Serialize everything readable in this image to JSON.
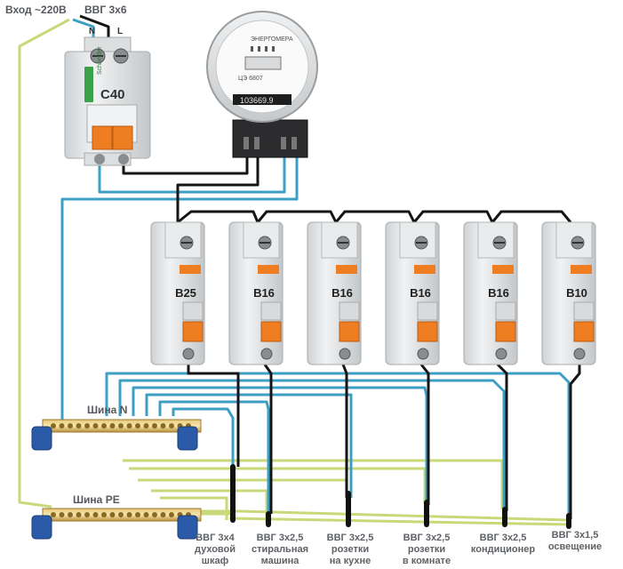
{
  "input_label": "Вход ~220В",
  "input_cable": "ВВГ 3х6",
  "main_breaker": {
    "rating": "C40",
    "brand": "Schneider",
    "terminal_n": "N",
    "terminal_l": "L"
  },
  "meter": {
    "brand": "ЭНЕРГОМЕРА",
    "model": "ЦЭ 6807",
    "reading": "103669.9"
  },
  "breakers": [
    {
      "rating": "B25"
    },
    {
      "rating": "B16"
    },
    {
      "rating": "B16"
    },
    {
      "rating": "B16"
    },
    {
      "rating": "B16"
    },
    {
      "rating": "B10"
    }
  ],
  "bus_n_label": "Шина N",
  "bus_pe_label": "Шина PE",
  "cables": [
    {
      "type": "ВВГ 3х4",
      "line1": "духовой",
      "line2": "шкаф"
    },
    {
      "type": "ВВГ 3х2,5",
      "line1": "стиральная",
      "line2": "машина"
    },
    {
      "type": "ВВГ 3х2,5",
      "line1": "розетки",
      "line2": "на кухне"
    },
    {
      "type": "ВВГ 3х2,5",
      "line1": "розетки",
      "line2": "в комнате"
    },
    {
      "type": "ВВГ 3х2,5",
      "line1": "кондиционер",
      "line2": ""
    },
    {
      "type": "ВВГ 3х1,5",
      "line1": "освещение",
      "line2": ""
    }
  ],
  "colors": {
    "phase": "#151515",
    "neutral": "#3e9fc4",
    "earth": "#c9d97a",
    "breaker_body": "#e4e6e7",
    "handle": "#ef7d22",
    "bus_insulator": "#2b5aa8"
  }
}
